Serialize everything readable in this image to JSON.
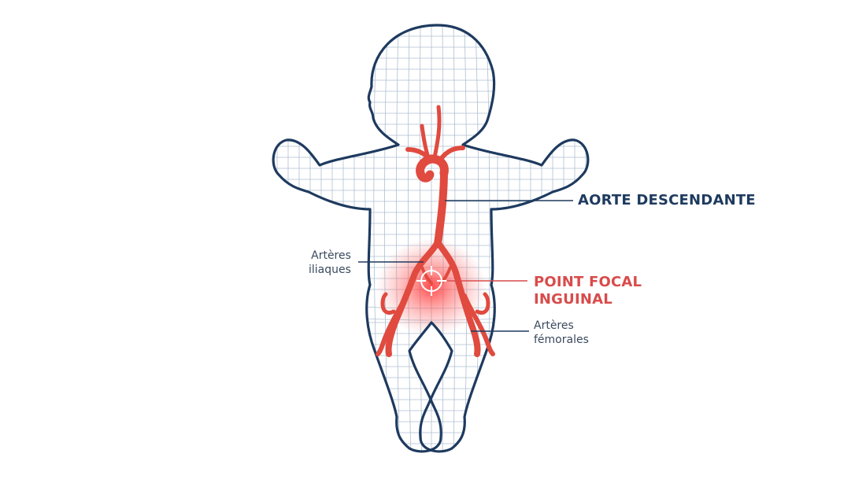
{
  "diagram": {
    "subject": "infant-body-wireframe",
    "colors": {
      "outline": "#1e3a5f",
      "mesh": "#9fb3c8",
      "artery": "#e04a3f",
      "focal_glow": "#ff3b30",
      "label_primary": "#1e3a5f",
      "label_accent": "#d94b4b",
      "label_secondary": "#3a4a5e",
      "background": "#ffffff"
    },
    "labels": {
      "aorta": {
        "text": "AORTE DESCENDANTE"
      },
      "focal": {
        "line1": "POINT FOCAL",
        "line2": "INGUINAL"
      },
      "iliac": {
        "line1": "Artères",
        "line2": "iliaques"
      },
      "femoral": {
        "line1": "Artères",
        "line2": "fémorales"
      }
    },
    "icons": {
      "focal_target": "crosshair-icon"
    }
  }
}
